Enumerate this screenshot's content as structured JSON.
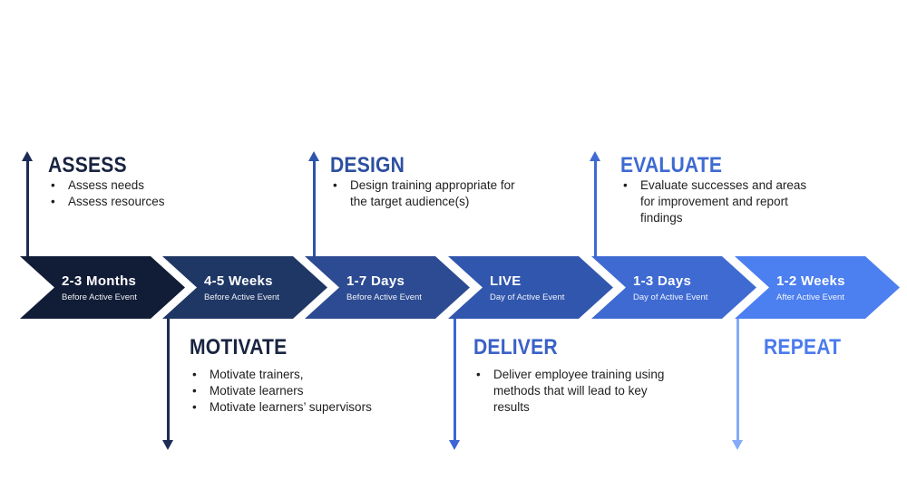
{
  "diagram": {
    "bullet_glyph": "•",
    "timeline": {
      "steps": [
        {
          "title": "2-3 Months",
          "subtitle": "Before Active Event",
          "color": "#111c36"
        },
        {
          "title": "4-5 Weeks",
          "subtitle": "Before Active Event",
          "color": "#1f3765"
        },
        {
          "title": "1-7 Days",
          "subtitle": "Before Active Event",
          "color": "#2c4b92"
        },
        {
          "title": "LIVE",
          "subtitle": "Day of Active Event",
          "color": "#3156ae"
        },
        {
          "title": "1-3 Days",
          "subtitle": "Day of Active Event",
          "color": "#3e6ad2"
        },
        {
          "title": "1-2 Weeks",
          "subtitle": "After Active Event",
          "color": "#4c7ff0"
        }
      ]
    },
    "notes": {
      "assess": {
        "title": "ASSESS",
        "title_color": "#192441",
        "arrow_color": "#1d2c55",
        "bullets": [
          {
            "lines": [
              "Assess needs"
            ]
          },
          {
            "lines": [
              "Assess resources"
            ]
          }
        ]
      },
      "design": {
        "title": "DESIGN",
        "title_color": "#2c4fa0",
        "arrow_color": "#2e54ab",
        "bullets": [
          {
            "lines": [
              "Design training appropriate for",
              "the target audience(s)"
            ]
          }
        ]
      },
      "evaluate": {
        "title": "EVALUATE",
        "title_color": "#3e6ad2",
        "arrow_color": "#3e6ad2",
        "bullets": [
          {
            "lines": [
              "Evaluate successes and areas",
              "for improvement and report",
              "findings"
            ]
          }
        ]
      },
      "motivate": {
        "title": "MOTIVATE",
        "title_color": "#192441",
        "arrow_color": "#1d2c55",
        "bullets": [
          {
            "lines": [
              "Motivate trainers,"
            ]
          },
          {
            "lines": [
              "Motivate learners"
            ]
          },
          {
            "lines": [
              "Motivate learners’ supervisors"
            ]
          }
        ]
      },
      "deliver": {
        "title": "DELIVER",
        "title_color": "#3a61c6",
        "arrow_color": "#3c66d8",
        "bullets": [
          {
            "lines": [
              "Deliver employee training using",
              "methods that will lead to key",
              "results"
            ]
          }
        ]
      },
      "repeat": {
        "title": "REPEAT",
        "title_color": "#4a7af0",
        "arrow_color": "#85abf7",
        "bullets": []
      }
    }
  }
}
